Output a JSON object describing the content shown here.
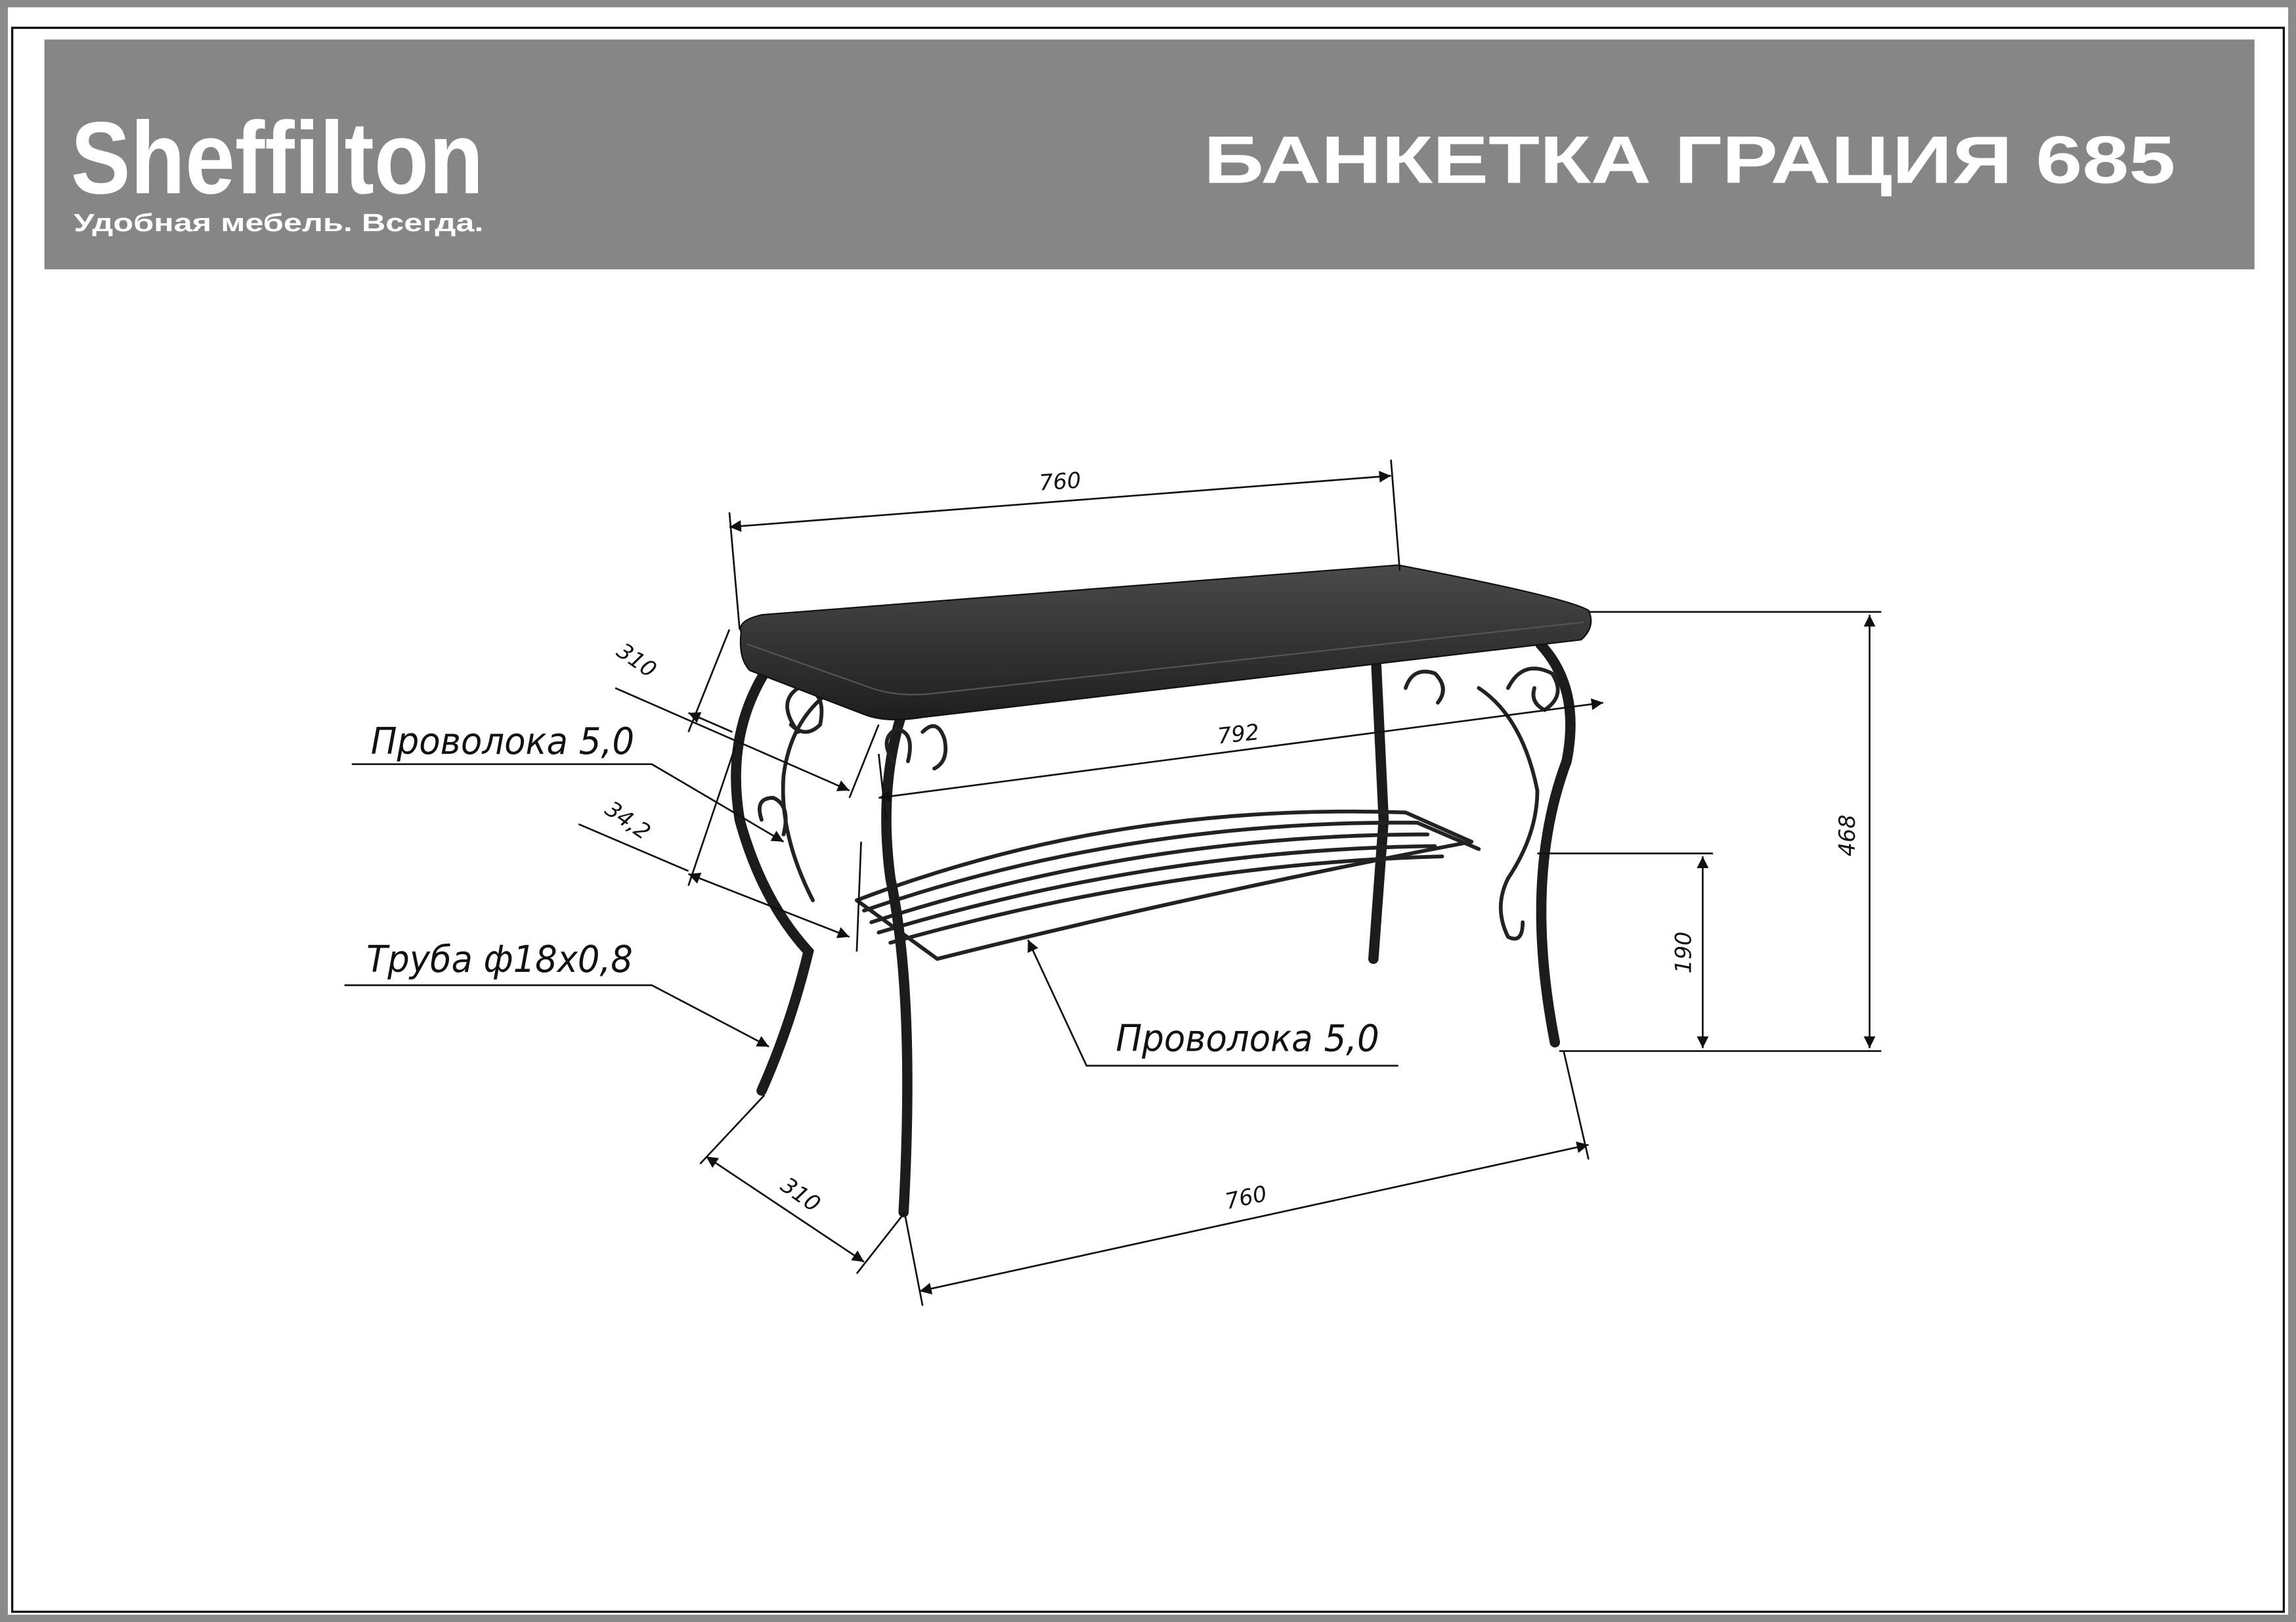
{
  "header": {
    "brand": "Sheffilton",
    "tagline": "Удобная мебель. Всегда.",
    "title": "БАНКЕТКА ГРАЦИЯ 685"
  },
  "colors": {
    "header_bg": "#868686",
    "header_text": "#ffffff",
    "frame": "#8a8a8a",
    "seat": "#2b2b2b",
    "metal": "#1c1c1c"
  },
  "dimensions": {
    "top_width": "760",
    "top_depth": "310",
    "span_width": "792",
    "height_total": "468",
    "shelf_height": "190",
    "leg_offset": "34,2",
    "bottom_depth": "310",
    "bottom_width": "760"
  },
  "callouts": {
    "wire_upper": "Проволока 5,0",
    "tube": "Труба ф18х0,8",
    "wire_shelf": "Проволока 5,0"
  }
}
